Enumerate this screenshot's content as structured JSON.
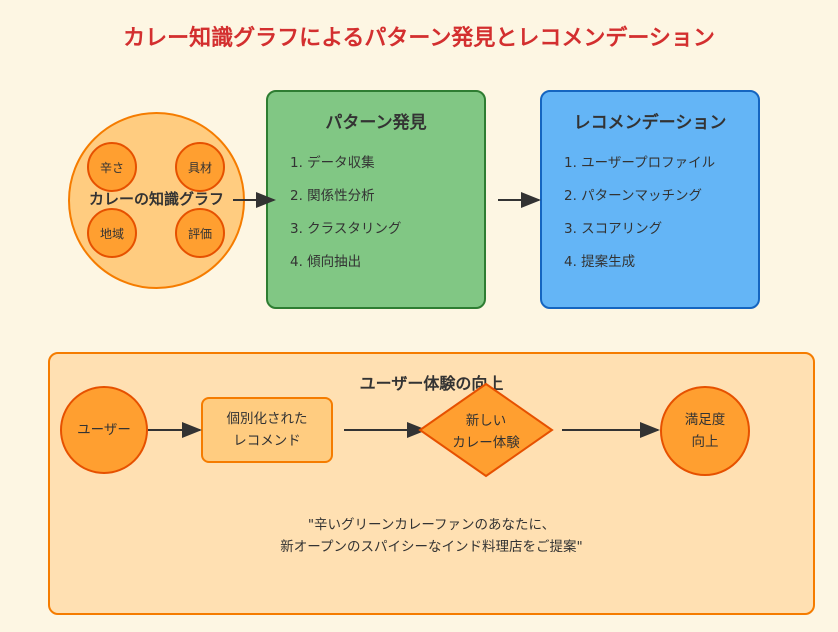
{
  "title": "カレー知識グラフによるパターン発見とレコメンデーション",
  "knowledge_graph": {
    "label": "カレーの知識グラフ",
    "nodes": [
      "辛さ",
      "具材",
      "地域",
      "評価"
    ]
  },
  "pattern_discovery": {
    "title": "パターン発見",
    "steps": [
      "1. データ収集",
      "2. 関係性分析",
      "3. クラスタリング",
      "4. 傾向抽出"
    ]
  },
  "recommendation": {
    "title": "レコメンデーション",
    "steps": [
      "1. ユーザープロファイル",
      "2. パターンマッチング",
      "3. スコアリング",
      "4. 提案生成"
    ]
  },
  "user_experience": {
    "title": "ユーザー体験の向上",
    "user": "ユーザー",
    "personalized": [
      "個別化された",
      "レコメンド"
    ],
    "new_experience": [
      "新しい",
      "カレー体験"
    ],
    "satisfaction": [
      "満足度",
      "向上"
    ],
    "quote": [
      "\"辛いグリーンカレーファンのあなたに、",
      "新オープンのスパイシーなインド料理店をご提案\""
    ]
  },
  "colors": {
    "title": "#d32f2f",
    "background": "#fdf6e3",
    "pattern_box": "#81c784",
    "recommend_box": "#64b5f6",
    "ux_panel": "#ffe0b2",
    "node_fill": "#ff9f30"
  }
}
